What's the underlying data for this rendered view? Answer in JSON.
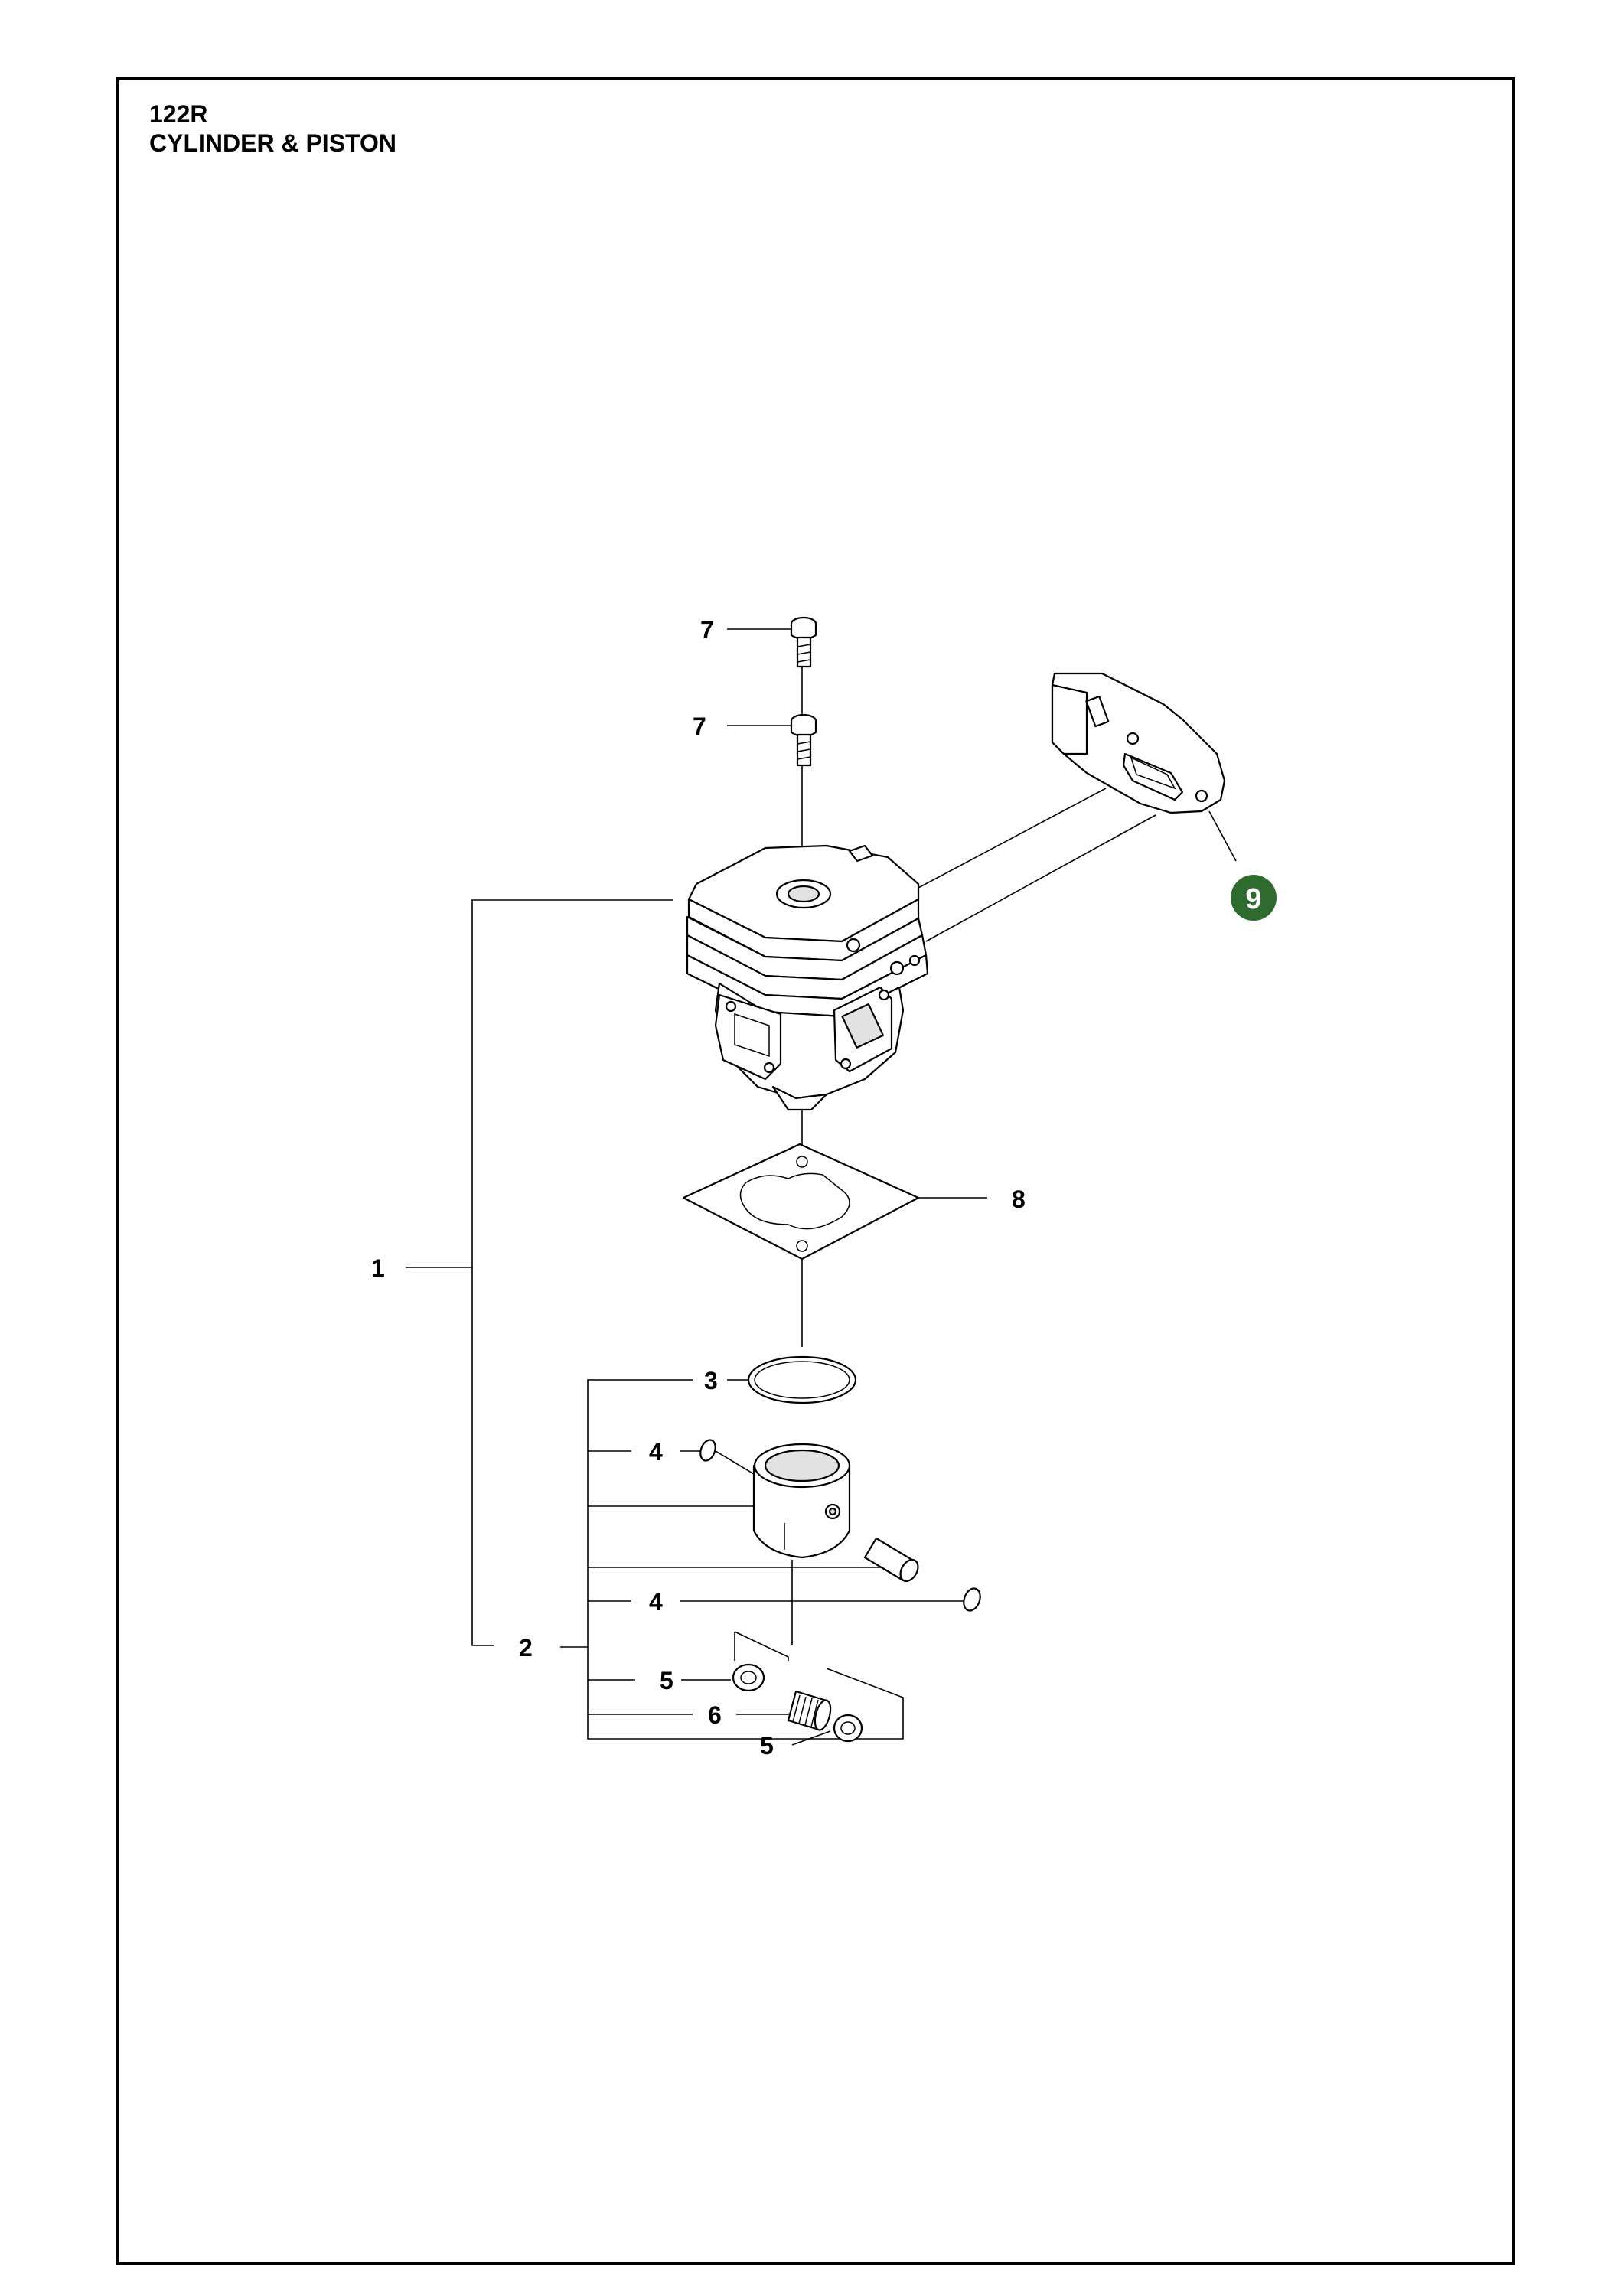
{
  "header": {
    "model": "122R",
    "section_title": "CYLINDER & PISTON"
  },
  "callouts": [
    {
      "number": "7",
      "part": "screw-upper"
    },
    {
      "number": "7",
      "part": "screw-lower"
    },
    {
      "number": "9",
      "part": "muffler-gasket",
      "highlighted": true
    },
    {
      "number": "8",
      "part": "cylinder-gasket"
    },
    {
      "number": "1",
      "part": "cylinder-assembly"
    },
    {
      "number": "3",
      "part": "piston-ring"
    },
    {
      "number": "4",
      "part": "circlip-left"
    },
    {
      "number": "4",
      "part": "circlip-right"
    },
    {
      "number": "2",
      "part": "piston-assembly"
    },
    {
      "number": "5",
      "part": "washer-left"
    },
    {
      "number": "6",
      "part": "needle-bearing"
    },
    {
      "number": "5",
      "part": "washer-right"
    }
  ],
  "colors": {
    "highlight": "#2f6b2f",
    "line": "#000000",
    "background": "#ffffff"
  }
}
